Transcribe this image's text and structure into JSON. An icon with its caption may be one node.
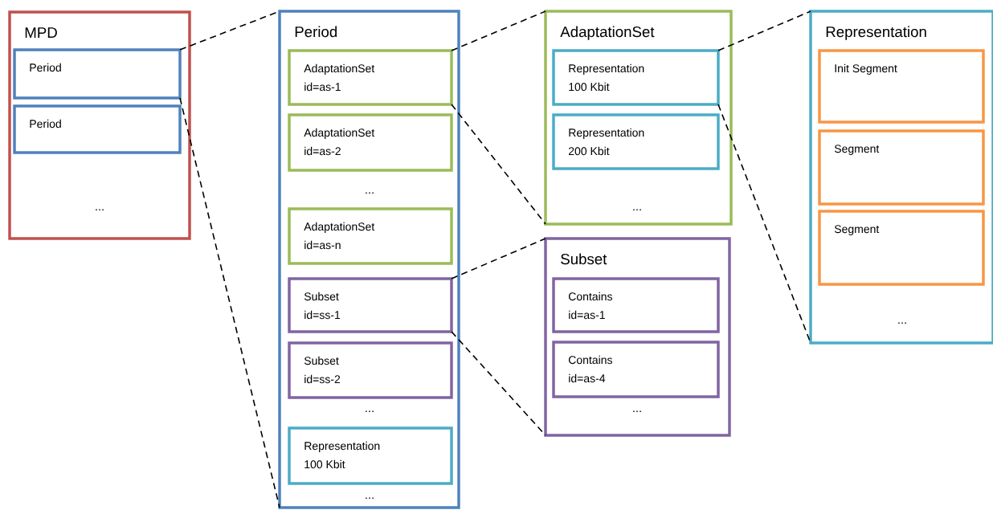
{
  "diagram": {
    "nodes": [
      {
        "text": [
          "MPD",
          "..."
        ]
      },
      {
        "text": [
          "Period"
        ],
        "in": 0
      },
      {
        "text": [
          "Period"
        ],
        "in": 0
      },
      {
        "text": [
          "Period",
          "...",
          "...",
          "..."
        ]
      },
      {
        "text": [
          "AdaptationSet",
          "id=as-1"
        ],
        "in": 3
      },
      {
        "text": [
          "AdaptationSet",
          "id=as-2"
        ],
        "in": 3
      },
      {
        "text": [
          "AdaptationSet",
          "id=as-n"
        ],
        "in": 3
      },
      {
        "text": [
          "Subset",
          "id=ss-1"
        ],
        "in": 3
      },
      {
        "text": [
          "Subset",
          "id=ss-2"
        ],
        "in": 3
      },
      {
        "text": [
          "Representation",
          "100 Kbit"
        ],
        "in": 3
      },
      {
        "text": [
          "AdaptationSet",
          "..."
        ]
      },
      {
        "text": [
          "Representation",
          "100 Kbit"
        ],
        "in": 10
      },
      {
        "text": [
          "Representation",
          "200 Kbit"
        ],
        "in": 10
      },
      {
        "text": [
          "Subset",
          "..."
        ]
      },
      {
        "text": [
          "Contains",
          "id=as-1"
        ],
        "in": 13
      },
      {
        "text": [
          "Contains",
          "id=as-4"
        ],
        "in": 13
      },
      {
        "text": [
          "Representation",
          "..."
        ]
      },
      {
        "text": [
          "Init Segment"
        ],
        "in": 16
      },
      {
        "text": [
          "Segment"
        ],
        "in": 16
      },
      {
        "text": [
          "Segment"
        ],
        "in": 16
      }
    ],
    "edges": [
      {
        "from": 1,
        "to": 3,
        "arrow": "none",
        "style": "dashed"
      },
      {
        "from": 1,
        "to": 3,
        "arrow": "none",
        "style": "dashed"
      },
      {
        "from": 4,
        "to": 10,
        "arrow": "none",
        "style": "dashed"
      },
      {
        "from": 4,
        "to": 10,
        "arrow": "none",
        "style": "dashed"
      },
      {
        "from": 7,
        "to": 13,
        "arrow": "none",
        "style": "dashed"
      },
      {
        "from": 7,
        "to": 13,
        "arrow": "none",
        "style": "dashed"
      },
      {
        "from": 11,
        "to": 16,
        "arrow": "none",
        "style": "dashed"
      },
      {
        "from": 11,
        "to": 16,
        "arrow": "none",
        "style": "dashed"
      }
    ]
  }
}
